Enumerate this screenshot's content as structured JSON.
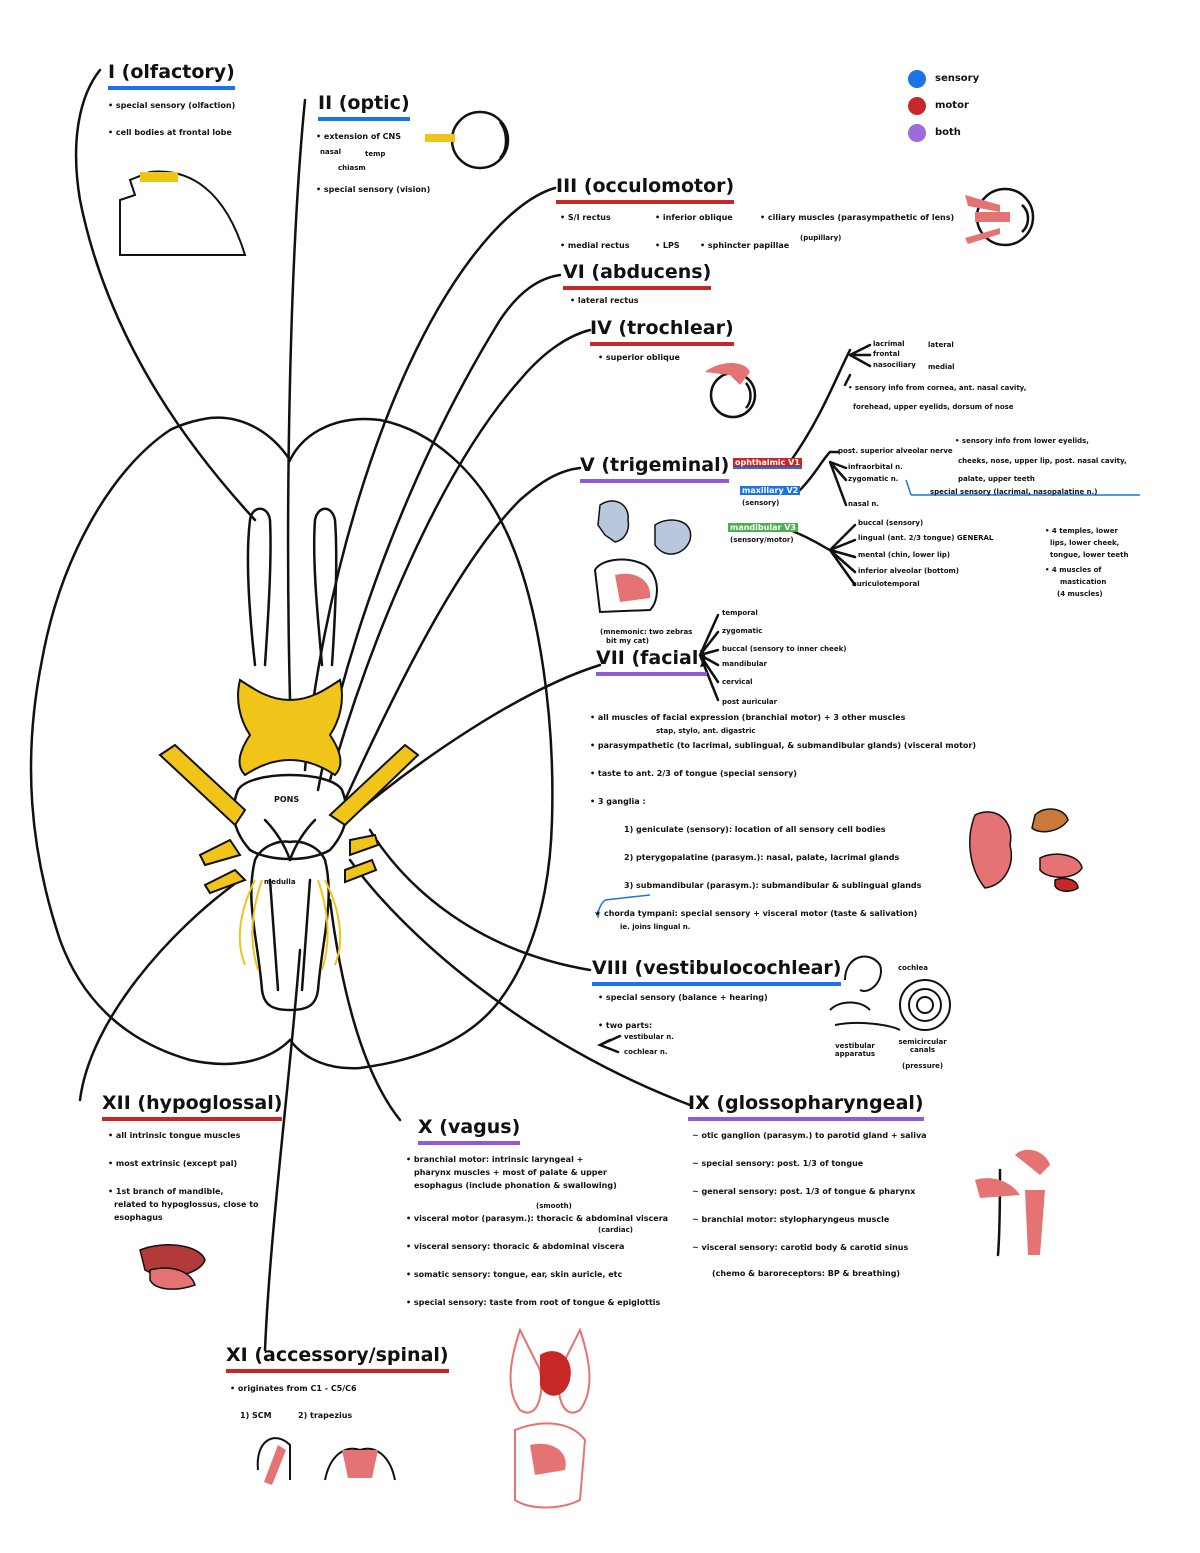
{
  "legend": [
    {
      "label": "sensory",
      "color": "#1a73e8"
    },
    {
      "label": "motor",
      "color": "#c62828"
    },
    {
      "label": "both",
      "color": "#9b6be0"
    }
  ],
  "brain": {
    "pons": "PONS",
    "medulla": "medulla"
  },
  "cn1": {
    "title": "I (olfactory)",
    "items": [
      "• special sensory (olfaction)",
      "• cell bodies at frontal lobe"
    ]
  },
  "cn2": {
    "title": "II (optic)",
    "items": [
      "• extension of CNS",
      "• special sensory (vision)"
    ],
    "chiasm_left": "nasal",
    "chiasm_right": "temp",
    "chiasm_bottom": "chiasm"
  },
  "cn3": {
    "title": "III (occulomotor)",
    "row1": [
      "• S/I rectus",
      "• inferior oblique",
      "• ciliary muscles (parasympathetic of lens)"
    ],
    "row2": [
      "• medial rectus",
      "• LPS",
      "• sphincter papillae"
    ],
    "note": "(pupillary)"
  },
  "cn6": {
    "title": "VI (abducens)",
    "items": [
      "• lateral rectus"
    ]
  },
  "cn4": {
    "title": "IV (trochlear)",
    "items": [
      "• superior oblique"
    ]
  },
  "cn5": {
    "title": "V (trigeminal)",
    "v1": {
      "label": "ophthalmic V1",
      "branches": [
        "lacrimal",
        "frontal",
        "nasociliary"
      ],
      "sides": [
        "lateral",
        "medial"
      ],
      "note1": "• sensory info from cornea, ant. nasal cavity,",
      "note2": "forehead, upper eyelids, dorsum of nose"
    },
    "v2": {
      "label": "maxillary V2",
      "sublabel": "(sensory)",
      "branches": [
        "post. superior alveolar nerve",
        "infraorbital n.",
        "zygomatic n.",
        "nasal n."
      ],
      "note1": "• sensory info from lower eyelids,",
      "note2": "cheeks, nose, upper lip, post. nasal cavity,",
      "note3": "palate, upper teeth",
      "special": "special sensory (lacrimal, nasopalatine n.)"
    },
    "v3": {
      "label": "mandibular V3",
      "sublabel": "(sensory/motor)",
      "branches": [
        "buccal (sensory)",
        "lingual (ant. 2/3 tongue) GENERAL",
        "mental (chin, lower lip)",
        "inferior alveolar (bottom)",
        "auriculotemporal"
      ],
      "note1": "• 4 temples, lower",
      "note2": "lips, lower cheek,",
      "note3": "tongue, lower teeth",
      "note4": "• 4 muscles of",
      "note5": "mastication",
      "note6": "(4 muscles)"
    }
  },
  "cn7": {
    "title": "VII (facial)",
    "pre1": "(mnemonic: two zebras",
    "pre2": "bit my cat)",
    "branches": [
      "temporal",
      "zygomatic",
      "buccal (sensory to inner cheek)",
      "mandibular",
      "cervical",
      "post auricular"
    ],
    "items": [
      "• all muscles of facial expression (branchial motor) + 3 other muscles",
      "• parasympathetic (to lacrimal, sublingual, & submandibular glands) (visceral motor)",
      "• taste to ant. 2/3 of tongue (special sensory)",
      "• 3 ganglia :"
    ],
    "sub_note": "stap, stylo, ant. digastric",
    "ganglia": [
      "1) geniculate (sensory): location of all sensory cell bodies",
      "2) pterygopalatine (parasym.): nasal, palate, lacrimal glands",
      "3) submandibular (parasym.): submandibular & sublingual glands"
    ],
    "chorda1": "★ chorda tympani: special sensory + visceral motor (taste & salivation)",
    "chorda2": "ie. joins lingual n."
  },
  "cn8": {
    "title": "VIII (vestibulocochlear)",
    "items": [
      "• special sensory (balance + hearing)",
      "• two parts:"
    ],
    "parts": [
      "vestibular n.",
      "cochlear n."
    ],
    "labels": {
      "cochlea": "cochlea",
      "vestibular": "vestibular apparatus",
      "semi1": "semicircular canals",
      "semi2": "(pressure)"
    }
  },
  "cn9": {
    "title": "IX (glossopharyngeal)",
    "items": [
      "~ otic ganglion (parasym.) to parotid gland + saliva",
      "~ special sensory: post. 1/3 of tongue",
      "~ general sensory: post. 1/3 of tongue & pharynx",
      "~ branchial motor: stylopharyngeus muscle",
      "~ visceral sensory: carotid body & carotid sinus"
    ],
    "last": "(chemo & baroreceptors: BP & breathing)"
  },
  "cn10": {
    "title": "X (vagus)",
    "items": [
      "• branchial motor: intrinsic laryngeal +",
      "pharynx muscles + most of palate & upper",
      "esophagus (include phonation & swallowing)",
      "• visceral motor (parasym.): thoracic & abdominal viscera",
      "• visceral sensory: thoracic & abdominal viscera",
      "• somatic sensory: tongue, ear, skin auricle, etc",
      "• special sensory: taste from root of tongue & epiglottis"
    ],
    "note1": "(smooth)",
    "note2": "(cardiac)"
  },
  "cn11": {
    "title": "XI (accessory/spinal)",
    "items": [
      "• originates from C1 - C5/C6"
    ],
    "muscles": [
      "1) SCM",
      "2) trapezius"
    ]
  },
  "cn12": {
    "title": "XII (hypoglossal)",
    "items": [
      "• all intrinsic tongue muscles",
      "• most extrinsic (except pal)",
      "• 1st branch of mandible,",
      "related to hypoglossus, close to",
      "esophagus"
    ]
  }
}
